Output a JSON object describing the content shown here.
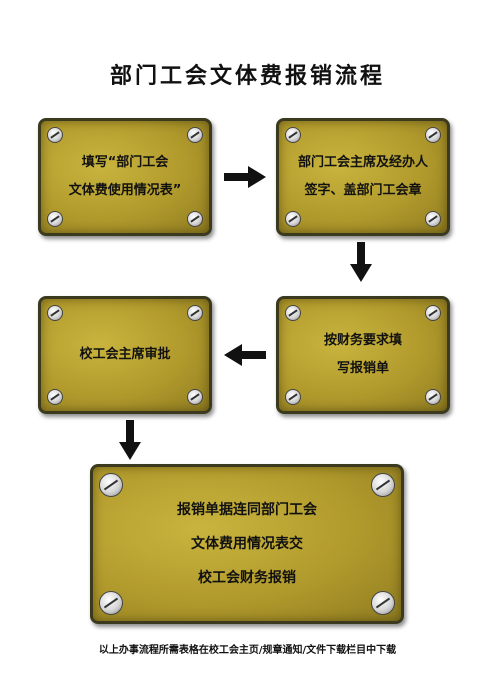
{
  "title": "部门工会文体费报销流程",
  "steps": [
    {
      "lines": [
        "填写“部门工会",
        "文体费使用情况表”"
      ]
    },
    {
      "lines": [
        "部门工会主席及经办人",
        "签字、盖部门工会章"
      ]
    },
    {
      "lines": [
        "按财务要求填",
        "写报销单"
      ]
    },
    {
      "lines": [
        "校工会主席审批"
      ]
    },
    {
      "lines": [
        "报销单据连同部门工会",
        "文体费用情况表交",
        "校工会财务报销"
      ]
    }
  ],
  "footer": "以上办事流程所需表格在校工会主页/规章通知/文件下载栏目中下载"
}
